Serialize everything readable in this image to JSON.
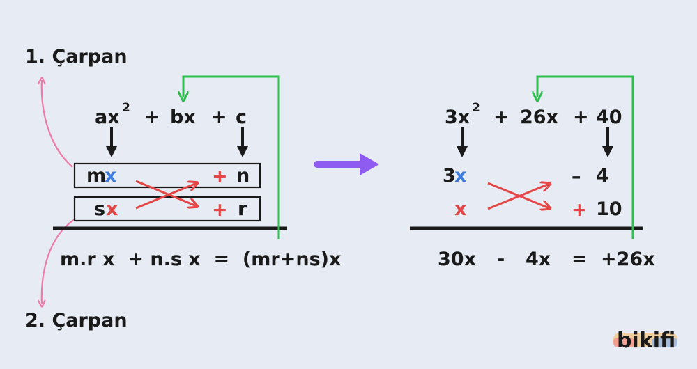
{
  "labels": {
    "factor1": "1. Çarpan",
    "factor2": "2. Çarpan"
  },
  "general": {
    "term_a": "ax",
    "exp": "2",
    "plus1": "+",
    "term_b": "bx",
    "plus2": "+",
    "term_c": "c",
    "row1_m": "m",
    "row1_x": "x",
    "row1_sign": "+",
    "row1_n": "n",
    "row2_s": "s",
    "row2_x": "x",
    "row2_sign": "+",
    "row2_r": "r",
    "result": "m.r x  + n.s x  =  (mr+ns)x"
  },
  "example": {
    "term_a": "3x",
    "exp": "2",
    "plus1": "+",
    "term_b": "26x",
    "plus2": "+",
    "term_c": "40",
    "row1_coef": "3",
    "row1_x": "x",
    "row1_sign": "–",
    "row1_val": "4",
    "row2_x": "x",
    "row2_sign": "+",
    "row2_val": "10",
    "res1": "30x",
    "res_minus": "-",
    "res2": "4x",
    "res_eq": "=",
    "res3": "+26x"
  },
  "brand": {
    "logo": "bikifi"
  },
  "colors": {
    "background": "#e7ebf3",
    "green": "#2fbf4f",
    "red": "#e44545",
    "blue": "#3d7be0",
    "pink": "#ef7aa8",
    "purple": "#8f5cf2",
    "text": "#1a1a1a"
  }
}
